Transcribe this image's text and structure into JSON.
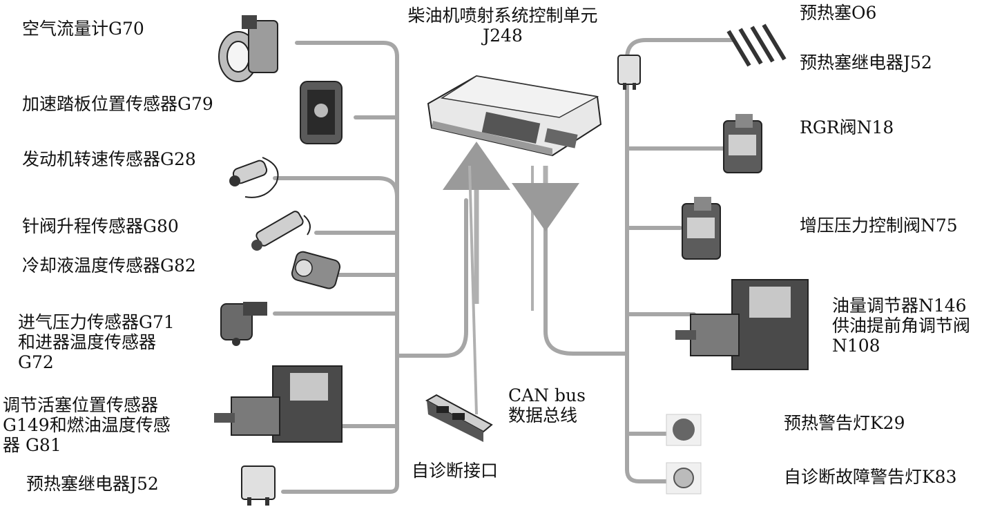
{
  "ecu": {
    "title": "柴油机喷射系统控制单元",
    "code": "J248"
  },
  "inputs": [
    {
      "id": "maf",
      "label": "空气流量计G70"
    },
    {
      "id": "pedal",
      "label": "加速踏板位置传感器G79"
    },
    {
      "id": "rpm",
      "label": "发动机转速传感器G28"
    },
    {
      "id": "needle",
      "label": "针阀升程传感器G80"
    },
    {
      "id": "coolant",
      "label": "冷却液温度传感器G82"
    },
    {
      "id": "intake",
      "lines": [
        "进气压力传感器G71",
        "和进器温度传感器",
        "G72"
      ]
    },
    {
      "id": "piston",
      "lines": [
        "调节活塞位置传感器",
        "G149和燃油温度传感",
        "器 G81"
      ]
    },
    {
      "id": "relay-left",
      "label": "预热塞继电器J52"
    }
  ],
  "outputs": [
    {
      "id": "glow-plug",
      "label": "预热塞O6"
    },
    {
      "id": "glow-relay",
      "label": "预热塞继电器J52"
    },
    {
      "id": "egr",
      "label": "RGR阀N18"
    },
    {
      "id": "boost",
      "label": "增压压力控制阀N75"
    },
    {
      "id": "fuel",
      "lines": [
        "油量调节器N146",
        "供油提前角调节阀",
        "N108"
      ]
    },
    {
      "id": "glow-lamp",
      "label": "预热警告灯K29"
    },
    {
      "id": "fault-lamp",
      "label": "自诊断故障警告灯K83"
    }
  ],
  "bus": {
    "line1": "CAN bus",
    "line2": "数据总线"
  },
  "diag_port": {
    "label": "自诊断接口"
  },
  "colors": {
    "wire": "#a6a6a6",
    "text": "#111111",
    "part": "#3a3a3a"
  }
}
